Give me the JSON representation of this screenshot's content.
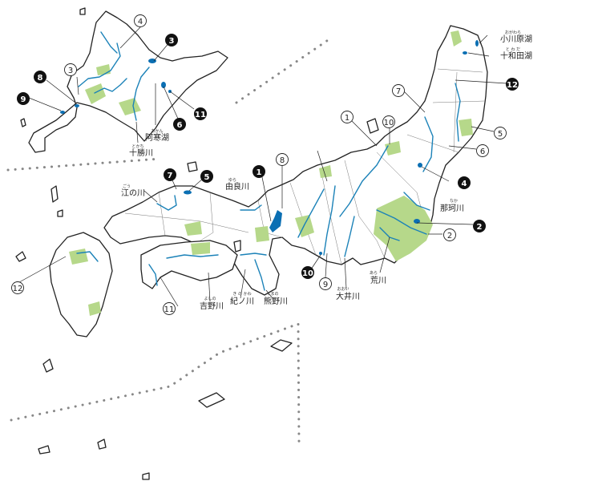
{
  "labels": {
    "ogawara": "小川原湖",
    "ogawara_ruby": "おがわら",
    "towada": "十和田湖",
    "towada_ruby": "と わ だ",
    "akan": "阿寒湖",
    "akan_ruby": "あかん",
    "tokachi": "十勝川",
    "tokachi_ruby": "とかち",
    "go": "江の川",
    "go_ruby": "ごう",
    "yura": "由良川",
    "yura_ruby": "ゆら",
    "naka": "那珂川",
    "naka_ruby": "なか",
    "ara": "荒川",
    "ara_ruby": "あら",
    "oi": "大井川",
    "oi_ruby": "おおい",
    "kino": "紀ノ川",
    "kino_ruby": "き の かわ",
    "kumano": "熊野川",
    "kumano_ruby": "くまの",
    "yoshino": "吉野川",
    "yoshino_ruby": "よしの"
  },
  "filled_markers": [
    "1",
    "2",
    "3",
    "4",
    "5",
    "6",
    "7",
    "8",
    "9",
    "10",
    "11",
    "12"
  ],
  "outlined_markers": [
    "1",
    "2",
    "3",
    "4",
    "5",
    "6",
    "7",
    "8",
    "9",
    "10",
    "11",
    "12"
  ],
  "colors": {
    "water": "#1b82b8",
    "lake": "#0b6fb3",
    "plain": "#b6d88a",
    "border": "#222222"
  }
}
